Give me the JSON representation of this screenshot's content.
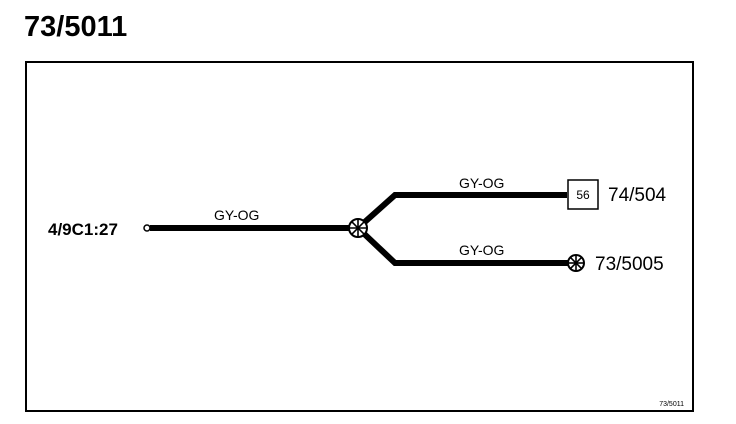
{
  "title": "73/5011",
  "origin": {
    "label": "4/9C1:27"
  },
  "wires": {
    "main": {
      "color_code": "GY-OG"
    },
    "upper_branch": {
      "color_code": "GY-OG"
    },
    "lower_branch": {
      "color_code": "GY-OG"
    }
  },
  "destinations": {
    "upper": {
      "pin": "56",
      "label": "74/504",
      "symbol": "connector-box"
    },
    "lower": {
      "label": "73/5005",
      "symbol": "splice-icon"
    }
  },
  "splice": {
    "symbol": "splice-icon"
  },
  "reference": "73/5011",
  "colors": {
    "line": "#000000",
    "background": "#ffffff"
  }
}
